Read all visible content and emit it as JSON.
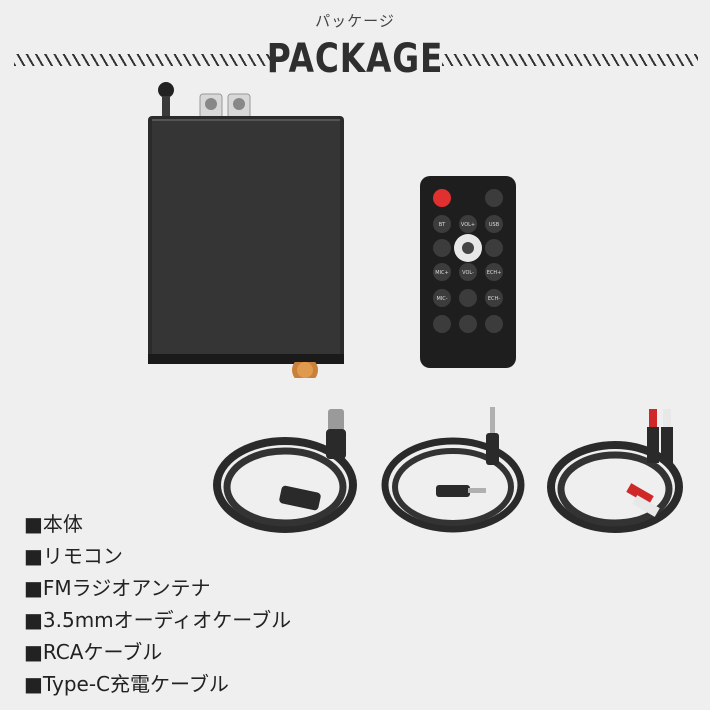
{
  "header": {
    "subtitle": "パッケージ",
    "title": "PACKAGE"
  },
  "contents": [
    "■本体",
    "■リモコン",
    "■FMラジオアンテナ",
    "■3.5mmオーディオケーブル",
    "■RCAケーブル",
    "■Type-C充電ケーブル"
  ],
  "remote": {
    "buttons": [
      "BT",
      "VOL+",
      "USB",
      "MIC+",
      "VOL-",
      "ECH+",
      "MIC-",
      "ECH-"
    ],
    "power_color": "#e03030"
  }
}
